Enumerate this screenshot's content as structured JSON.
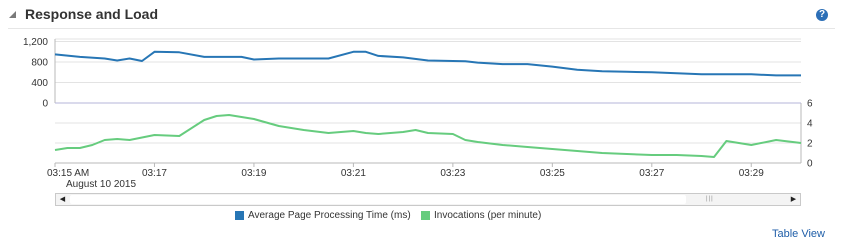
{
  "panel": {
    "title": "Response and Load",
    "help_icon": "question-circle-icon",
    "collapse_icon": "collapse-triangle-icon"
  },
  "colors": {
    "series1": "#2776b5",
    "series2": "#66cc7e",
    "axis": "#b9b9b9",
    "divider": "#b6b4d8"
  },
  "chart_data": [
    {
      "type": "line",
      "panel": "top",
      "x": [
        "03:15",
        "03:15:30",
        "03:16",
        "03:16:15",
        "03:16:30",
        "03:16:45",
        "03:17",
        "03:17:30",
        "03:18",
        "03:18:30",
        "03:18:45",
        "03:19",
        "03:19:30",
        "03:20",
        "03:20:30",
        "03:21",
        "03:21:15",
        "03:21:30",
        "03:22",
        "03:22:30",
        "03:23",
        "03:23:15",
        "03:23:30",
        "03:24",
        "03:24:30",
        "03:25",
        "03:25:30",
        "03:26",
        "03:26:30",
        "03:27",
        "03:27:30",
        "03:28",
        "03:28:30",
        "03:29",
        "03:29:30",
        "03:30"
      ],
      "series": [
        {
          "name": "Average Page Processing Time (ms)",
          "values": [
            950,
            900,
            870,
            830,
            870,
            820,
            1000,
            990,
            900,
            900,
            900,
            850,
            870,
            870,
            870,
            1000,
            1000,
            920,
            890,
            830,
            820,
            815,
            790,
            760,
            760,
            710,
            650,
            620,
            610,
            600,
            580,
            560,
            560,
            560,
            540,
            540
          ]
        }
      ],
      "xlabel": "",
      "ylabel": "",
      "yticks": [
        0,
        400,
        800,
        1200
      ],
      "ytick_labels": [
        "0",
        "400",
        "800",
        "1,200"
      ],
      "ylim": [
        0,
        1250
      ]
    },
    {
      "type": "line",
      "panel": "bottom",
      "x": [
        "03:15",
        "03:15:15",
        "03:15:30",
        "03:15:45",
        "03:16",
        "03:16:15",
        "03:16:30",
        "03:17",
        "03:17:30",
        "03:18",
        "03:18:15",
        "03:18:30",
        "03:18:45",
        "03:19",
        "03:19:30",
        "03:20",
        "03:20:30",
        "03:21",
        "03:21:15",
        "03:21:30",
        "03:22",
        "03:22:15",
        "03:22:30",
        "03:23",
        "03:23:15",
        "03:23:30",
        "03:24",
        "03:24:30",
        "03:25",
        "03:25:30",
        "03:26",
        "03:26:30",
        "03:27",
        "03:27:30",
        "03:28",
        "03:28:15",
        "03:28:30",
        "03:29",
        "03:29:30",
        "03:30"
      ],
      "series": [
        {
          "name": "Invocations (per minute)",
          "values": [
            1.3,
            1.5,
            1.5,
            1.8,
            2.3,
            2.4,
            2.3,
            2.8,
            2.7,
            4.3,
            4.7,
            4.8,
            4.6,
            4.4,
            3.7,
            3.3,
            3.0,
            3.2,
            3.0,
            2.9,
            3.1,
            3.3,
            3.0,
            2.9,
            2.3,
            2.1,
            1.8,
            1.6,
            1.4,
            1.2,
            1.0,
            0.9,
            0.8,
            0.8,
            0.7,
            0.6,
            2.2,
            1.8,
            2.3,
            2.0
          ]
        }
      ],
      "xlabel": "",
      "ylabel": "",
      "yticks": [
        0,
        2,
        4,
        6
      ],
      "ytick_labels": [
        "0",
        "2",
        "4",
        "6"
      ],
      "ylim": [
        0,
        6
      ]
    }
  ],
  "xaxis": {
    "ticks": [
      "03:15",
      "03:17",
      "03:19",
      "03:21",
      "03:23",
      "03:25",
      "03:27",
      "03:29"
    ],
    "tick_labels": [
      "03:15 AM",
      "03:17",
      "03:19",
      "03:21",
      "03:23",
      "03:25",
      "03:27",
      "03:29"
    ],
    "date_label": "August 10 2015",
    "start": "03:15",
    "end": "03:30"
  },
  "scrollbar": {
    "grip_icon": "grip-lines-icon",
    "left_icon": "arrow-left-icon",
    "right_icon": "arrow-right-icon",
    "thumb_fraction": 0.83
  },
  "legend": {
    "placement": "bottom-center",
    "items": [
      {
        "label": "Average Page Processing Time (ms)",
        "color": "#2776b5"
      },
      {
        "label": "Invocations (per minute)",
        "color": "#66cc7e"
      }
    ]
  },
  "links": {
    "table_view": "Table View"
  }
}
